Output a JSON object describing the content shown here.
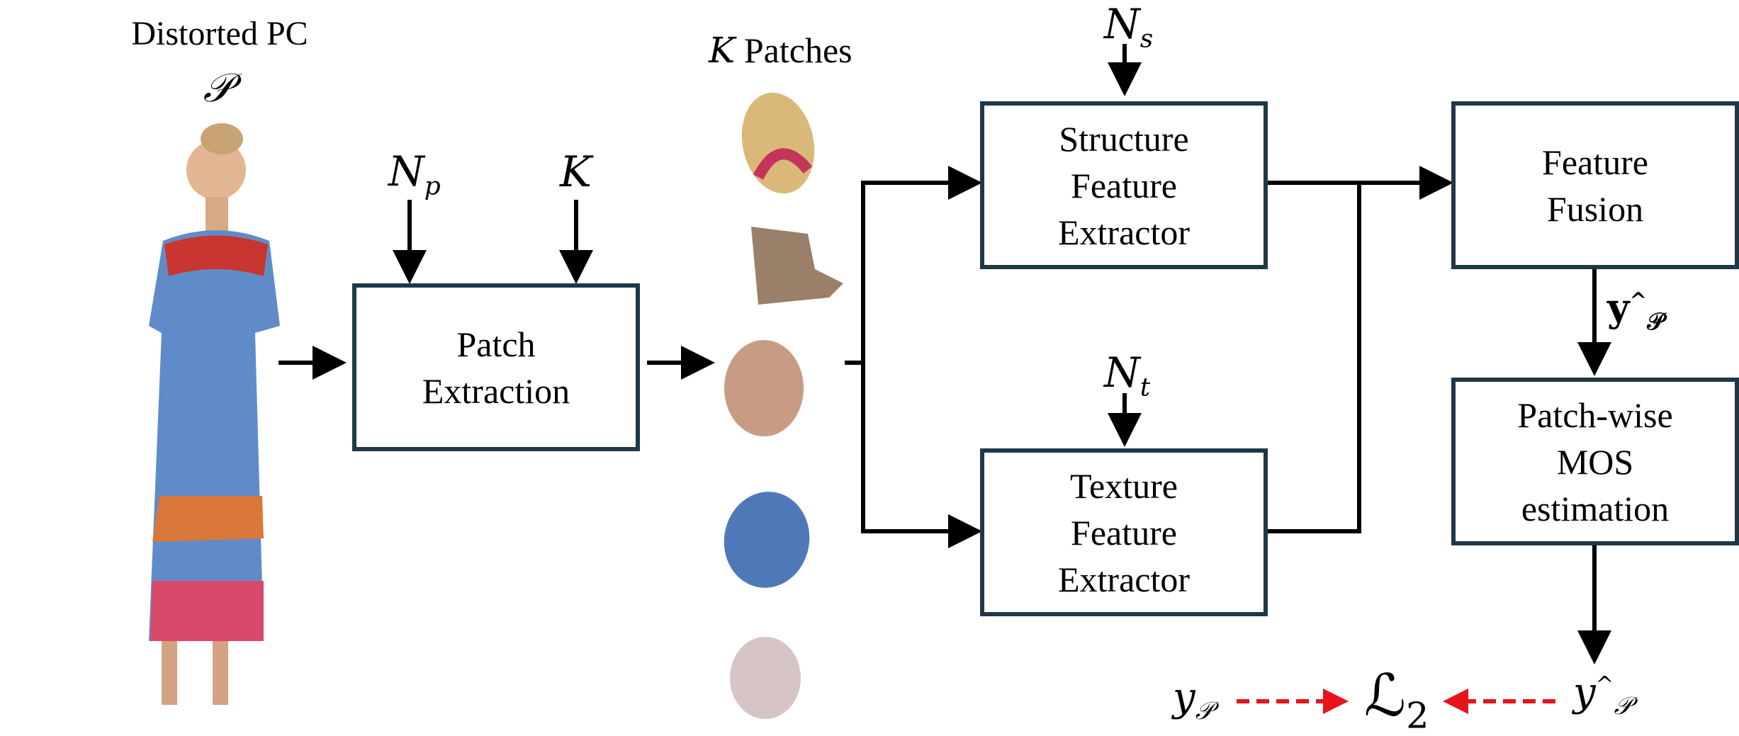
{
  "input": {
    "title": "Distorted PC",
    "symbol": "𝒫"
  },
  "patches": {
    "count_symbol": "K",
    "label": "Patches"
  },
  "params": {
    "np": {
      "base": "N",
      "sub": "p"
    },
    "k": "K",
    "ns": {
      "base": "N",
      "sub": "s"
    },
    "nt": {
      "base": "N",
      "sub": "t"
    }
  },
  "blocks": {
    "patch_extraction": [
      "Patch",
      "Extraction"
    ],
    "structure_extractor": [
      "Structure",
      "Feature",
      "Extractor"
    ],
    "texture_extractor": [
      "Texture",
      "Feature",
      "Extractor"
    ],
    "feature_fusion": [
      "Feature",
      "Fusion"
    ],
    "mos_estimation": [
      "Patch-wise",
      "MOS",
      "estimation"
    ]
  },
  "outputs": {
    "fusion_out": {
      "base": "y",
      "hat": "^",
      "sub": "𝒫"
    },
    "gt": {
      "base": "y",
      "sub": "𝒫"
    },
    "loss": {
      "base": "ℒ",
      "sub": "2"
    },
    "pred": {
      "base": "y",
      "hat": "^",
      "sub": "𝒫"
    }
  },
  "colors": {
    "box_border": "#1f3848",
    "arrow": "#000000",
    "loss_arrow": "#e8141c"
  }
}
